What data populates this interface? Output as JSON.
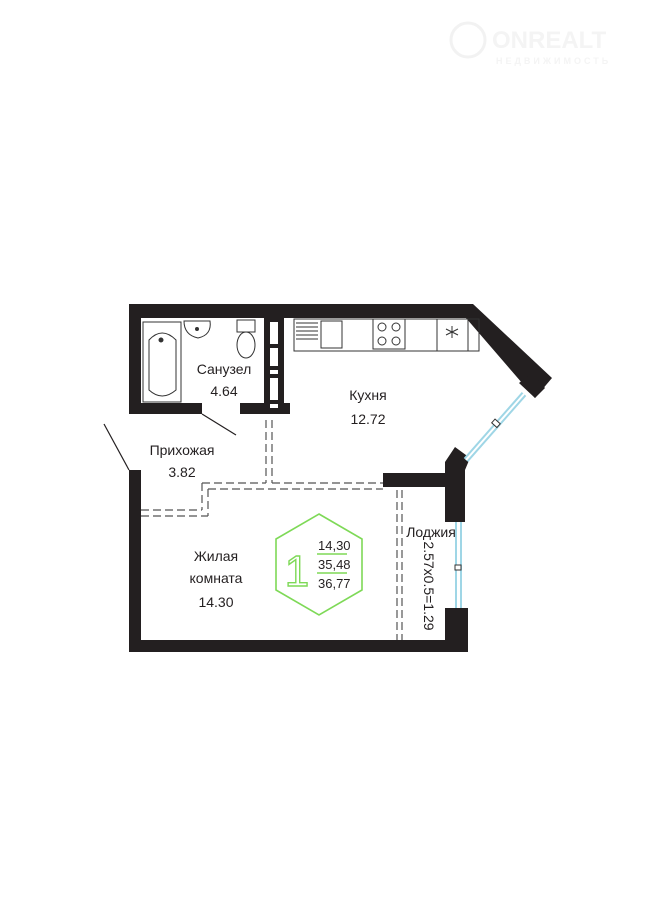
{
  "watermark": {
    "brand": "ONREALT",
    "tagline": "НЕДВИЖИМОСТЬ"
  },
  "rooms": {
    "bathroom": {
      "name": "Санузел",
      "area": "4.64"
    },
    "kitchen": {
      "name": "Кухня",
      "area": "12.72"
    },
    "hallway": {
      "name": "Прихожая",
      "area": "3.82"
    },
    "living": {
      "name_line1": "Жилая",
      "name_line2": "комната",
      "area": "14.30"
    },
    "loggia": {
      "name": "Лоджия",
      "area": "2.57х0.5=1.29"
    }
  },
  "badge": {
    "rooms": "1",
    "living_area": "14,30",
    "total_area": "35,48",
    "total_with_loggia": "36,77"
  },
  "colors": {
    "wall": "#231f20",
    "accent": "#7ed957",
    "window": "#9fd6e6"
  }
}
